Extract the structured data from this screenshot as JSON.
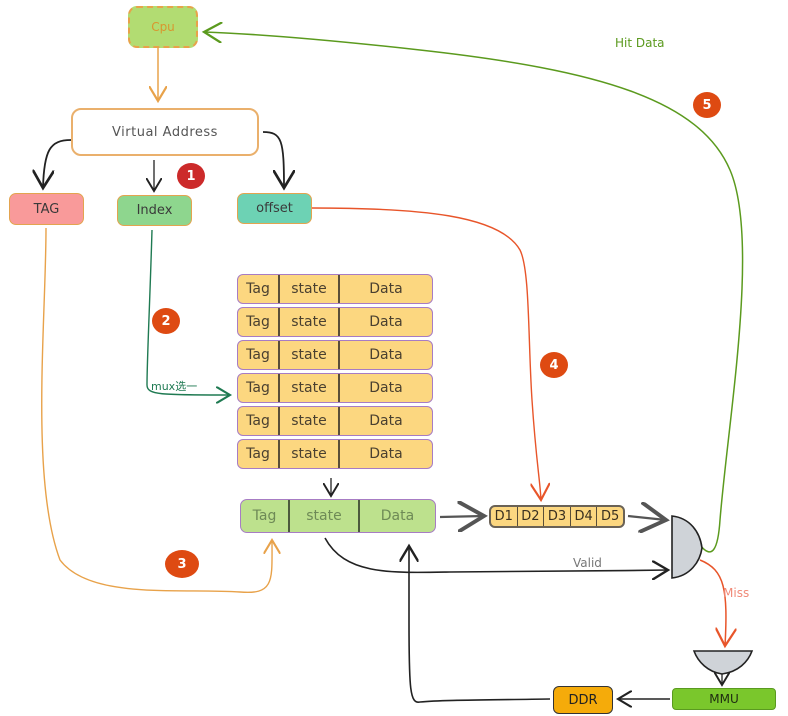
{
  "nodes": {
    "cpu": "Cpu",
    "virtual_address": "Virtual Address",
    "tag": "TAG",
    "index": "Index",
    "offset": "offset",
    "ddr": "DDR",
    "mmu": "MMU"
  },
  "cache_sets": {
    "columns": [
      "Tag",
      "state",
      "Data"
    ],
    "rows": [
      [
        "Tag",
        "state",
        "Data"
      ],
      [
        "Tag",
        "state",
        "Data"
      ],
      [
        "Tag",
        "state",
        "Data"
      ],
      [
        "Tag",
        "state",
        "Data"
      ],
      [
        "Tag",
        "state",
        "Data"
      ],
      [
        "Tag",
        "state",
        "Data"
      ]
    ]
  },
  "selected_line": [
    "Tag",
    "state",
    "Data"
  ],
  "data_words": [
    "D1",
    "D2",
    "D3",
    "D4",
    "D5"
  ],
  "labels": {
    "hit_data": "Hit Data",
    "valid": "Valid",
    "miss": "Miss",
    "mux_select": "mux选一"
  },
  "steps": [
    "1",
    "2",
    "3",
    "4",
    "5"
  ],
  "colors": {
    "cpu_fill": "#b2dc72",
    "hit_line": "#5b9a1e",
    "miss_line": "#e8552a",
    "step_badge": "#de4a12",
    "ddr_fill": "#f5ab0a",
    "mmu_fill": "#7ac72c"
  }
}
